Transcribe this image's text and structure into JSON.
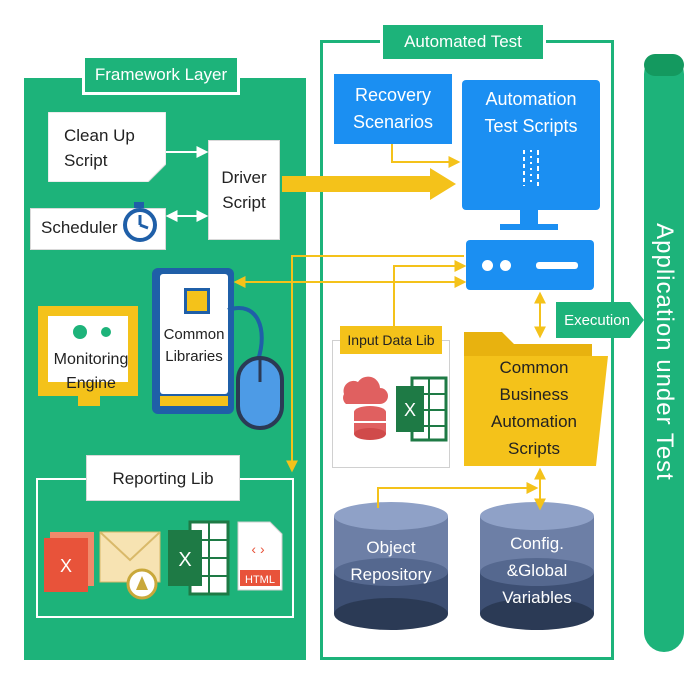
{
  "framework": {
    "title": "Framework Layer",
    "cleanup": [
      "Clean Up",
      "Script"
    ],
    "driver": [
      "Driver",
      "Script"
    ],
    "scheduler": "Scheduler",
    "common_libraries": [
      "Common",
      "Libraries"
    ],
    "monitoring": [
      "Monitoring",
      "Engine"
    ],
    "reporting": "Reporting Lib"
  },
  "suite": {
    "title": "Automated Test Suite",
    "recovery": [
      "Recovery",
      "Scenarios"
    ],
    "automation_scripts": [
      "Automation",
      "Test Scripts"
    ],
    "input_data": "Input Data Lib",
    "business": [
      "Common",
      "Business",
      "Automation",
      "Scripts"
    ],
    "object_repo": [
      "Object",
      "Repository"
    ],
    "config": [
      "Config.",
      "&Global",
      "Variables"
    ]
  },
  "execution": "Execution",
  "aut": "Application under Test",
  "icons": {
    "excel_letter": "X",
    "html_label": "HTML",
    "code_glyph": "‹ ›"
  },
  "colors": {
    "green": "#1db37a",
    "blue": "#1b8ff2",
    "yellow": "#f4c21a",
    "dark_navy": "#2b3a55"
  }
}
